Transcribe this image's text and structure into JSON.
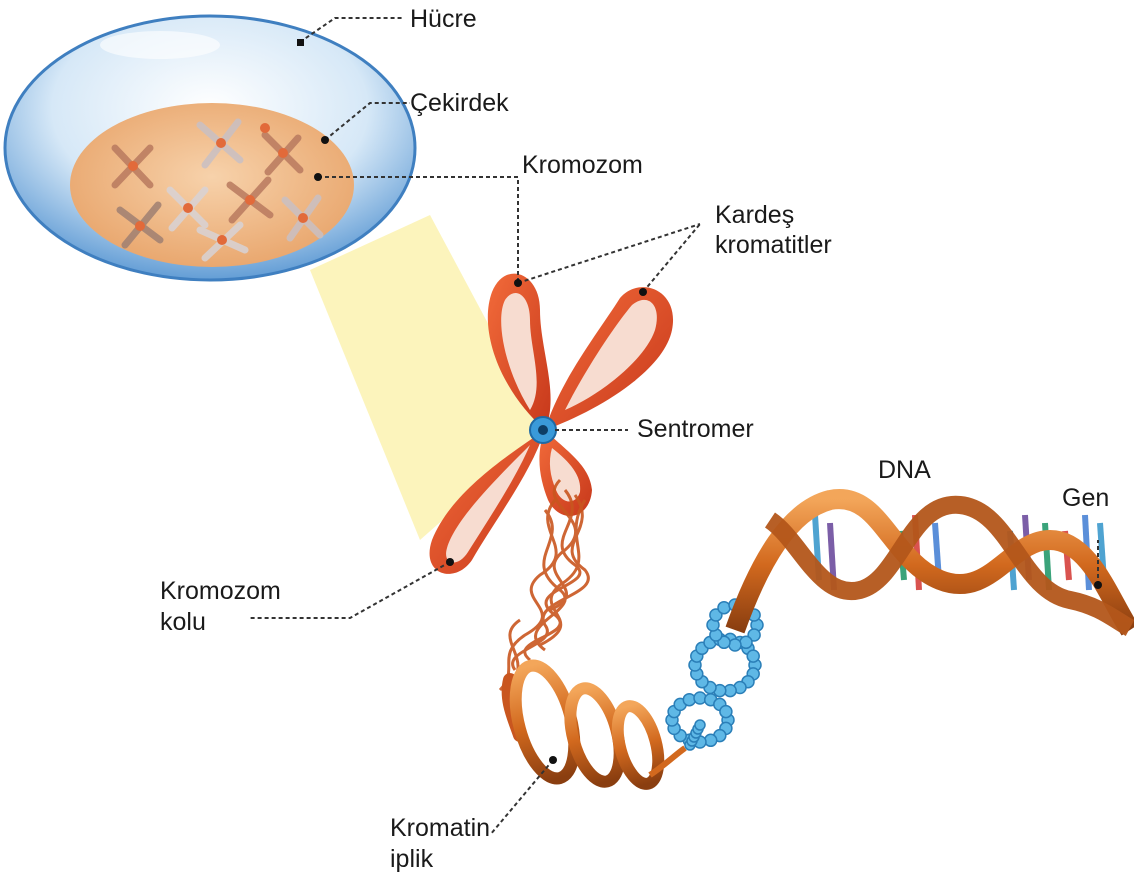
{
  "labels": {
    "hucre": "Hücre",
    "cekirdek": "Çekirdek",
    "kromozom": "Kromozom",
    "kardes_line1": "Kardeş",
    "kardes_line2": "kromatitler",
    "sentromer": "Sentromer",
    "dna": "DNA",
    "gen": "Gen",
    "kromozom_kolu_line1": "Kromozom",
    "kromozom_kolu_line2": "kolu",
    "kromatin_line1": "Kromatin",
    "kromatin_line2": "iplik"
  },
  "colors": {
    "cell_blue": "#5b9bd5",
    "nucleus": "#f0b27a",
    "chromosome": "#e0522a",
    "chromatid_light": "#f7dcd0",
    "centromere": "#3a9ad9",
    "dna_ribbon": "#d2691e",
    "nucleosome": "#5fb8e6",
    "zoom_cone": "#fbf2b0"
  }
}
